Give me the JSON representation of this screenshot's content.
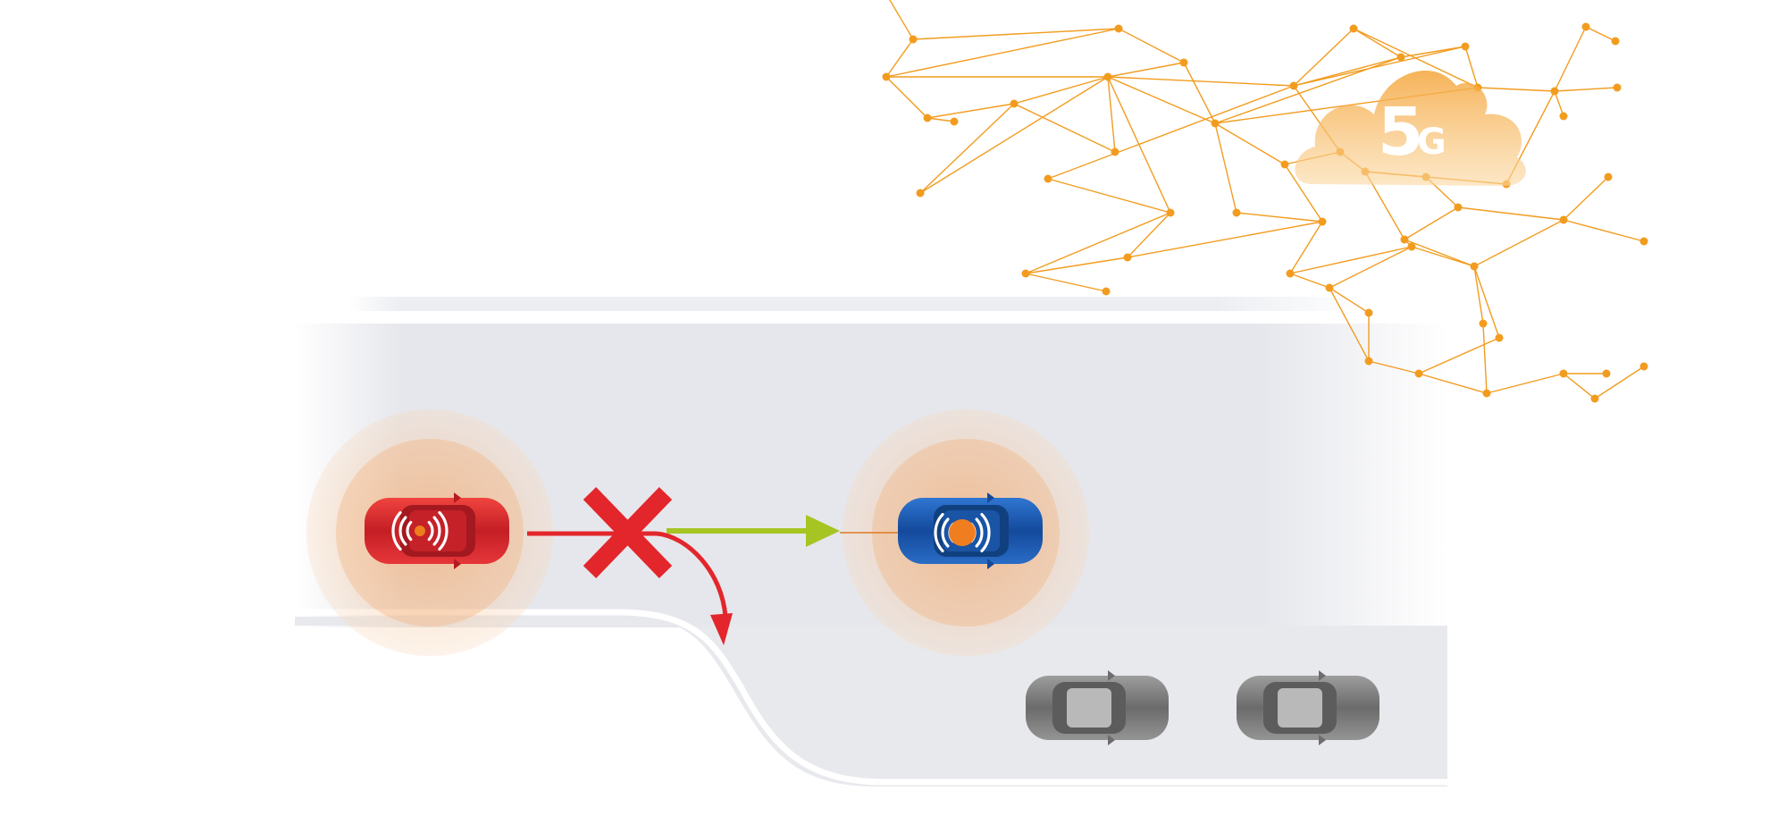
{
  "cloud": {
    "label_main": "5",
    "label_sub": "G"
  },
  "vehicles": [
    {
      "id": "red-car",
      "color": "#d9272e",
      "role": "connected-vehicle",
      "icon": "wireless-signal-icon"
    },
    {
      "id": "blue-car",
      "color": "#1d5bb5",
      "role": "connected-vehicle",
      "icon": "wireless-signal-icon"
    },
    {
      "id": "gray-car-1",
      "color": "#8a8a8a",
      "role": "traffic"
    },
    {
      "id": "gray-car-2",
      "color": "#8a8a8a",
      "role": "traffic"
    }
  ],
  "arrows": [
    {
      "id": "blocked-path",
      "color": "#e3262b",
      "meaning": "blocked"
    },
    {
      "id": "forward-path",
      "color": "#a6c523",
      "meaning": "proceed"
    },
    {
      "id": "turn-path",
      "color": "#e3262b",
      "meaning": "redirect"
    }
  ],
  "colors": {
    "network": "#f29c1f",
    "halo": "#f5b77a",
    "road": "#e6e7ec",
    "lane_marking": "#ffffff"
  }
}
